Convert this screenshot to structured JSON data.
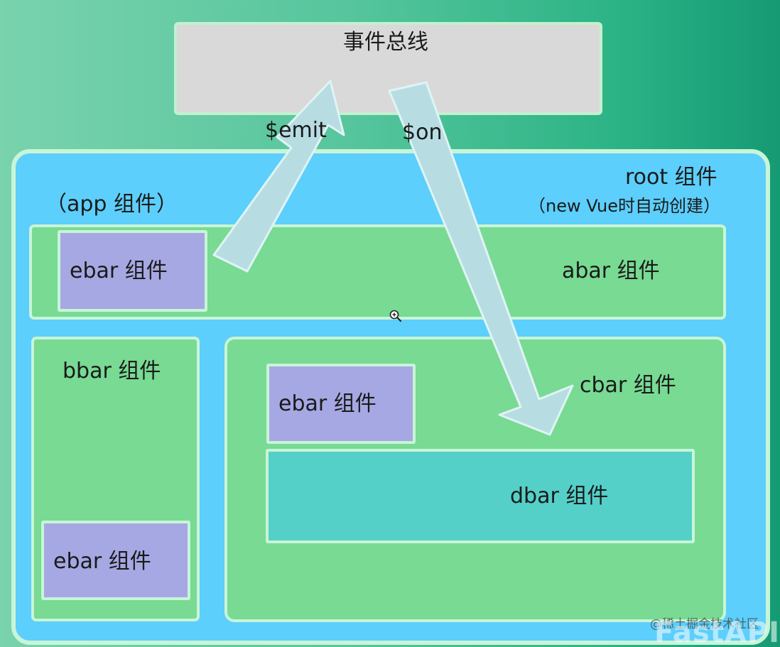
{
  "event_bus": {
    "label": "事件总线"
  },
  "arrows": {
    "emit_label": "$emit",
    "on_label": "$on"
  },
  "root": {
    "label": "root 组件",
    "sublabel": "（new Vue时自动创建）"
  },
  "app": {
    "label": "（app 组件）"
  },
  "abar": {
    "label": "abar 组件"
  },
  "bbar": {
    "label": "bbar 组件"
  },
  "cbar": {
    "label": "cbar 组件"
  },
  "dbar": {
    "label": "dbar 组件"
  },
  "ebar": {
    "label": "ebar 组件"
  },
  "watermark": {
    "text": "@稀土掘金技术社区",
    "brand": "FastAPI"
  },
  "colors": {
    "event_bus": "#d9d9d9",
    "root": "#5ccffc",
    "component_green": "#78da93",
    "ebar_purple": "#a6a8e3",
    "dbar_teal": "#54d0c9",
    "arrow_fill": "#b7dde3"
  },
  "icons": {
    "cursor": "zoom-in-icon"
  }
}
